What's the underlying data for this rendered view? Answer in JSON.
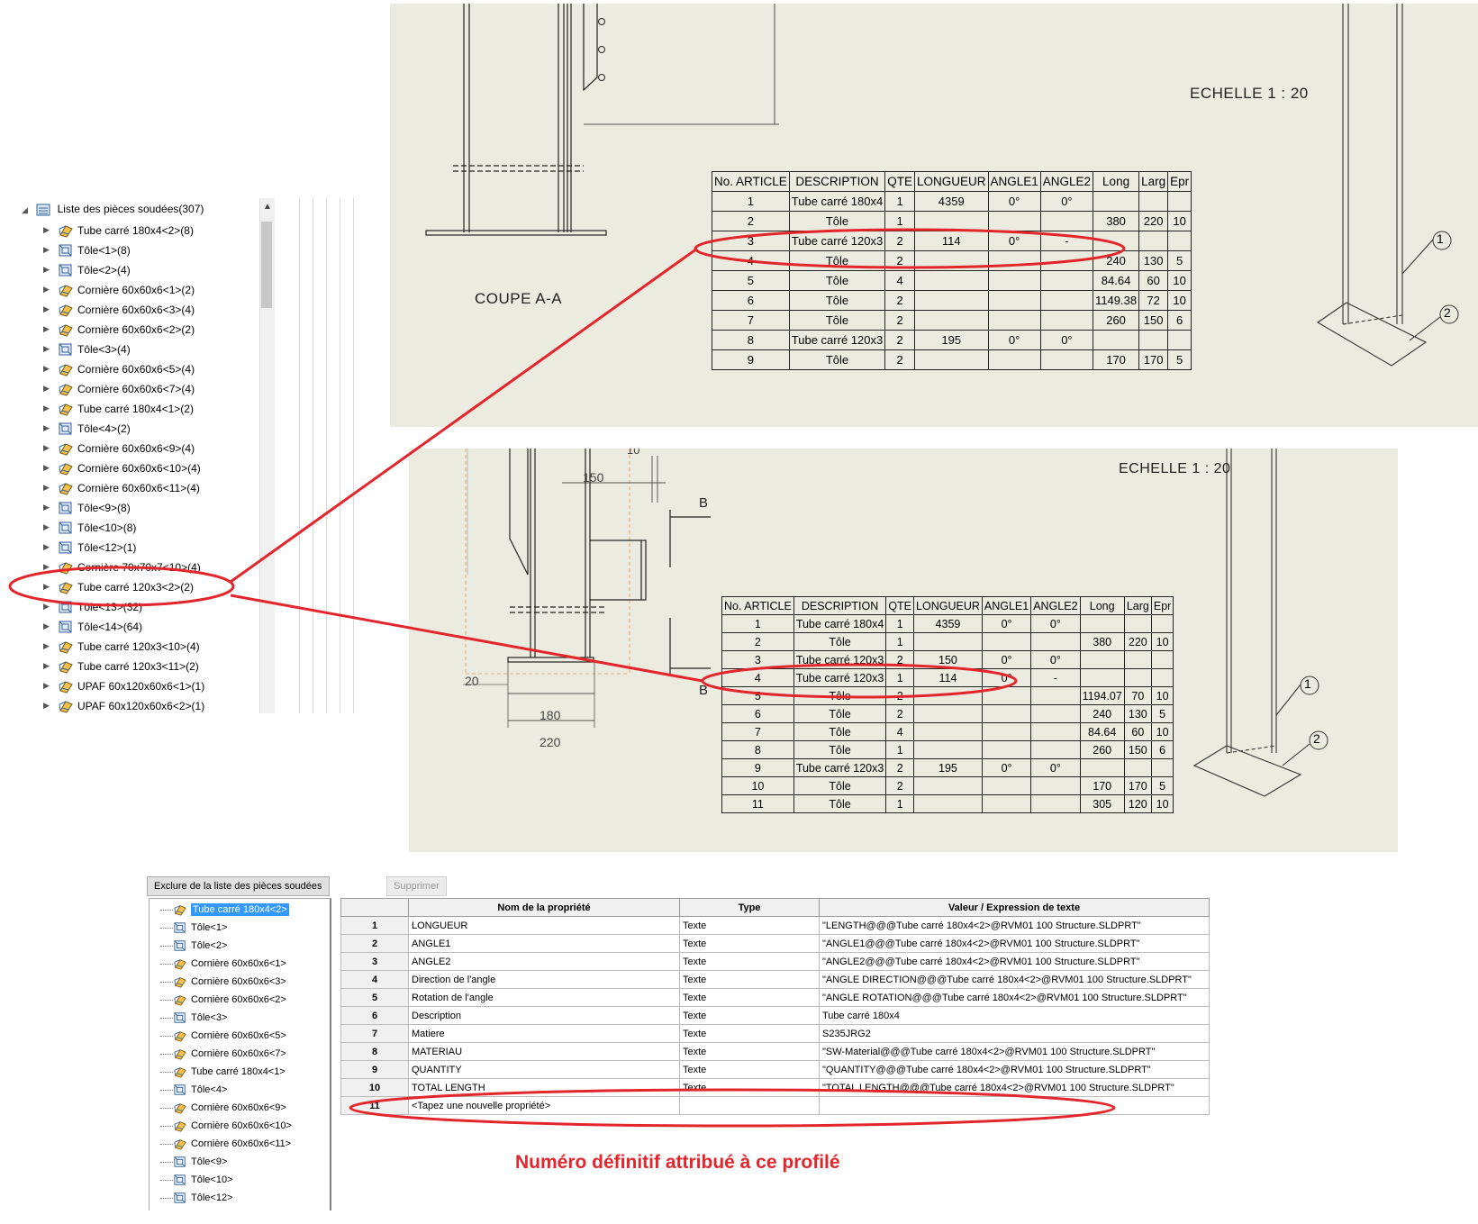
{
  "tree": {
    "root_label": "Liste des pièces soudées(307)",
    "items": [
      {
        "label": "Tube carré 180x4<2>(8)",
        "icon": "structural-member-icon"
      },
      {
        "label": "Tôle<1>(8)",
        "icon": "sheet-body-icon"
      },
      {
        "label": "Tôle<2>(4)",
        "icon": "sheet-body-icon"
      },
      {
        "label": "Cornière 60x60x6<1>(2)",
        "icon": "structural-member-icon"
      },
      {
        "label": "Cornière 60x60x6<3>(4)",
        "icon": "structural-member-icon"
      },
      {
        "label": "Cornière 60x60x6<2>(2)",
        "icon": "structural-member-icon"
      },
      {
        "label": "Tôle<3>(4)",
        "icon": "sheet-body-icon"
      },
      {
        "label": "Cornière 60x60x6<5>(4)",
        "icon": "structural-member-icon"
      },
      {
        "label": "Cornière 60x60x6<7>(4)",
        "icon": "structural-member-icon"
      },
      {
        "label": "Tube carré 180x4<1>(2)",
        "icon": "structural-member-icon"
      },
      {
        "label": "Tôle<4>(2)",
        "icon": "sheet-body-icon"
      },
      {
        "label": "Cornière 60x60x6<9>(4)",
        "icon": "structural-member-icon"
      },
      {
        "label": "Cornière 60x60x6<10>(4)",
        "icon": "structural-member-icon"
      },
      {
        "label": "Cornière 60x60x6<11>(4)",
        "icon": "structural-member-icon"
      },
      {
        "label": "Tôle<9>(8)",
        "icon": "sheet-body-icon"
      },
      {
        "label": "Tôle<10>(8)",
        "icon": "sheet-body-icon"
      },
      {
        "label": "Tôle<12>(1)",
        "icon": "sheet-body-icon"
      },
      {
        "label": "Cornière 70x70x7<10>(4)",
        "icon": "structural-member-icon"
      },
      {
        "label": "Tube carré 120x3<2>(2)",
        "icon": "structural-member-icon"
      },
      {
        "label": "Tôle<13>(32)",
        "icon": "sheet-body-icon"
      },
      {
        "label": "Tôle<14>(64)",
        "icon": "sheet-body-icon"
      },
      {
        "label": "Tube carré 120x3<10>(4)",
        "icon": "structural-member-icon"
      },
      {
        "label": "Tube carré 120x3<11>(2)",
        "icon": "structural-member-icon"
      },
      {
        "label": "UPAF 60x120x60x6<1>(1)",
        "icon": "structural-member-icon"
      },
      {
        "label": "UPAF 60x120x60x6<2>(1)",
        "icon": "structural-member-icon"
      }
    ]
  },
  "drawing_top": {
    "scale": "ECHELLE 1 : 20",
    "view_label": "COUPE A-A",
    "balloons": [
      "1",
      "2"
    ],
    "headers": [
      "No. ARTICLE",
      "DESCRIPTION",
      "QTE",
      "LONGUEUR",
      "ANGLE1",
      "ANGLE2",
      "Long",
      "Larg",
      "Epr"
    ],
    "rows": [
      [
        "1",
        "Tube carré 180x4",
        "1",
        "4359",
        "0°",
        "0°",
        "",
        "",
        ""
      ],
      [
        "2",
        "Tôle",
        "1",
        "",
        "",
        "",
        "380",
        "220",
        "10"
      ],
      [
        "3",
        "Tube carré 120x3",
        "2",
        "114",
        "0°",
        "-",
        "",
        "",
        ""
      ],
      [
        "4",
        "Tôle",
        "2",
        "",
        "",
        "",
        "240",
        "130",
        "5"
      ],
      [
        "5",
        "Tôle",
        "4",
        "",
        "",
        "",
        "84.64",
        "60",
        "10"
      ],
      [
        "6",
        "Tôle",
        "2",
        "",
        "",
        "",
        "1149.38",
        "72",
        "10"
      ],
      [
        "7",
        "Tôle",
        "2",
        "",
        "",
        "",
        "260",
        "150",
        "6"
      ],
      [
        "8",
        "Tube carré 120x3",
        "2",
        "195",
        "0°",
        "0°",
        "",
        "",
        ""
      ],
      [
        "9",
        "Tôle",
        "2",
        "",
        "",
        "",
        "170",
        "170",
        "5"
      ]
    ]
  },
  "drawing_mid": {
    "scale": "ECHELLE 1 : 20",
    "section_letter": "B",
    "dimensions": [
      "150",
      "10",
      "20",
      "180",
      "220"
    ],
    "balloons": [
      "1",
      "2"
    ],
    "headers": [
      "No. ARTICLE",
      "DESCRIPTION",
      "QTE",
      "LONGUEUR",
      "ANGLE1",
      "ANGLE2",
      "Long",
      "Larg",
      "Epr"
    ],
    "rows": [
      [
        "1",
        "Tube carré 180x4",
        "1",
        "4359",
        "0°",
        "0°",
        "",
        "",
        ""
      ],
      [
        "2",
        "Tôle",
        "1",
        "",
        "",
        "",
        "380",
        "220",
        "10"
      ],
      [
        "3",
        "Tube carré 120x3",
        "2",
        "150",
        "0°",
        "0°",
        "",
        "",
        ""
      ],
      [
        "4",
        "Tube carré 120x3",
        "1",
        "114",
        "0°",
        "-",
        "",
        "",
        ""
      ],
      [
        "5",
        "Tôle",
        "2",
        "",
        "",
        "",
        "1194.07",
        "70",
        "10"
      ],
      [
        "6",
        "Tôle",
        "2",
        "",
        "",
        "",
        "240",
        "130",
        "5"
      ],
      [
        "7",
        "Tôle",
        "4",
        "",
        "",
        "",
        "84.64",
        "60",
        "10"
      ],
      [
        "8",
        "Tôle",
        "1",
        "",
        "",
        "",
        "260",
        "150",
        "6"
      ],
      [
        "9",
        "Tube carré 120x3",
        "2",
        "195",
        "0°",
        "0°",
        "",
        "",
        ""
      ],
      [
        "10",
        "Tôle",
        "2",
        "",
        "",
        "",
        "170",
        "170",
        "5"
      ],
      [
        "11",
        "Tôle",
        "1",
        "",
        "",
        "",
        "305",
        "120",
        "10"
      ]
    ]
  },
  "properties": {
    "exclude_button": "Exclure de la liste des pièces soudées",
    "delete_button": "Supprimer",
    "tree_items": [
      {
        "label": "Tube carré 180x4<2>",
        "icon": "structural-member-icon",
        "selected": true
      },
      {
        "label": "Tôle<1>",
        "icon": "sheet-body-icon"
      },
      {
        "label": "Tôle<2>",
        "icon": "sheet-body-icon"
      },
      {
        "label": "Cornière 60x60x6<1>",
        "icon": "structural-member-icon"
      },
      {
        "label": "Cornière 60x60x6<3>",
        "icon": "structural-member-icon"
      },
      {
        "label": "Cornière 60x60x6<2>",
        "icon": "structural-member-icon"
      },
      {
        "label": "Tôle<3>",
        "icon": "sheet-body-icon"
      },
      {
        "label": "Cornière 60x60x6<5>",
        "icon": "structural-member-icon"
      },
      {
        "label": "Cornière 60x60x6<7>",
        "icon": "structural-member-icon"
      },
      {
        "label": "Tube carré 180x4<1>",
        "icon": "structural-member-icon"
      },
      {
        "label": "Tôle<4>",
        "icon": "sheet-body-icon"
      },
      {
        "label": "Cornière 60x60x6<9>",
        "icon": "structural-member-icon"
      },
      {
        "label": "Cornière 60x60x6<10>",
        "icon": "structural-member-icon"
      },
      {
        "label": "Cornière 60x60x6<11>",
        "icon": "structural-member-icon"
      },
      {
        "label": "Tôle<9>",
        "icon": "sheet-body-icon"
      },
      {
        "label": "Tôle<10>",
        "icon": "sheet-body-icon"
      },
      {
        "label": "Tôle<12>",
        "icon": "sheet-body-icon"
      }
    ],
    "headers": [
      "",
      "Nom de la propriété",
      "Type",
      "Valeur / Expression de texte"
    ],
    "rows": [
      [
        "1",
        "LONGUEUR",
        "Texte",
        "\"LENGTH@@@Tube carré 180x4<2>@RVM01 100 Structure.SLDPRT\""
      ],
      [
        "2",
        "ANGLE1",
        "Texte",
        "\"ANGLE1@@@Tube carré 180x4<2>@RVM01 100 Structure.SLDPRT\""
      ],
      [
        "3",
        "ANGLE2",
        "Texte",
        "\"ANGLE2@@@Tube carré 180x4<2>@RVM01 100 Structure.SLDPRT\""
      ],
      [
        "4",
        "Direction de l'angle",
        "Texte",
        "\"ANGLE DIRECTION@@@Tube carré 180x4<2>@RVM01 100 Structure.SLDPRT\""
      ],
      [
        "5",
        "Rotation de l'angle",
        "Texte",
        "\"ANGLE ROTATION@@@Tube carré 180x4<2>@RVM01 100 Structure.SLDPRT\""
      ],
      [
        "6",
        "Description",
        "Texte",
        "Tube carré 180x4"
      ],
      [
        "7",
        "Matiere",
        "Texte",
        "S235JRG2"
      ],
      [
        "8",
        "MATERIAU",
        "Texte",
        "\"SW-Material@@@Tube carré 180x4<2>@RVM01 100 Structure.SLDPRT\""
      ],
      [
        "9",
        "QUANTITY",
        "Texte",
        "\"QUANTITY@@@Tube carré 180x4<2>@RVM01 100 Structure.SLDPRT\""
      ],
      [
        "10",
        "TOTAL LENGTH",
        "Texte",
        "\"TOTAL LENGTH@@@Tube carré 180x4<2>@RVM01 100 Structure.SLDPRT\""
      ],
      [
        "11",
        "<Tapez une nouvelle propriété>",
        "",
        ""
      ]
    ]
  },
  "annotation": {
    "note": "Numéro définitif attribué à ce profilé",
    "color": "#e3262b"
  }
}
